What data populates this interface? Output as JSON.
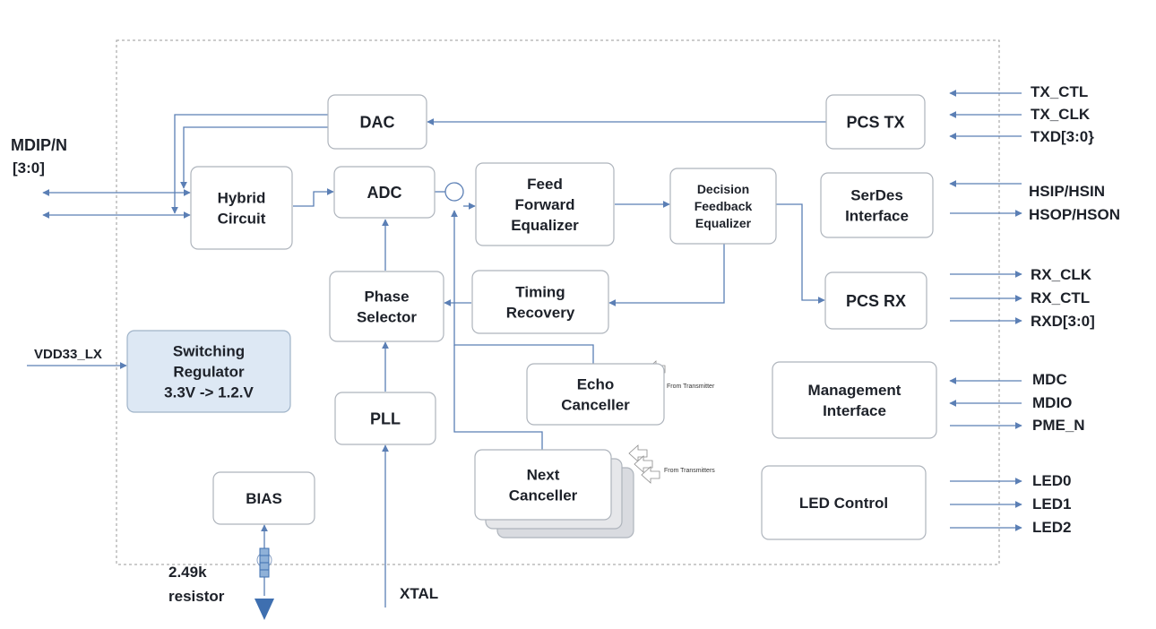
{
  "blocks": {
    "dac": [
      "DAC"
    ],
    "pcs_tx": [
      "PCS TX"
    ],
    "hybrid": [
      "Hybrid",
      "Circuit"
    ],
    "adc": [
      "ADC"
    ],
    "ffe": [
      "Feed",
      "Forward",
      "Equalizer"
    ],
    "dfe": [
      "Decision",
      "Feedback",
      "Equalizer"
    ],
    "serdes": [
      "SerDes",
      "Interface"
    ],
    "phase": [
      "Phase",
      "Selector"
    ],
    "timing": [
      "Timing",
      "Recovery"
    ],
    "pcs_rx": [
      "PCS RX"
    ],
    "switching": [
      "Switching",
      "Regulator",
      "3.3V -> 1.2.V"
    ],
    "echo": [
      "Echo",
      "Canceller"
    ],
    "mgmt": [
      "Management",
      "Interface"
    ],
    "pll": [
      "PLL"
    ],
    "next": [
      "Next",
      "Canceller"
    ],
    "led": [
      "LED Control"
    ],
    "bias": [
      "BIAS"
    ]
  },
  "signals": {
    "mdip": "MDIP/N",
    "mdip_bits": "[3:0]",
    "vdd": "VDD33_LX",
    "tx_ctl": "TX_CTL",
    "tx_clk": "TX_CLK",
    "txd": "TXD[3:0}",
    "hsip": "HSIP/HSIN",
    "hsop": "HSOP/HSON",
    "rx_clk": "RX_CLK",
    "rx_ctl": "RX_CTL",
    "rxd": "RXD[3:0]",
    "mdc": "MDC",
    "mdio": "MDIO",
    "pme": "PME_N",
    "led0": "LED0",
    "led1": "LED1",
    "led2": "LED2",
    "resistor_value": "2.49k",
    "resistor": "resistor",
    "xtal": "XTAL",
    "from_transmitter": "From Transmitter",
    "from_transmitters": "From Transmitters"
  },
  "colors": {
    "line": "#5b7fb5",
    "box_border": "#aeb4bc",
    "regulator_fill": "#dde8f4",
    "ground": "#3e6fb0"
  }
}
